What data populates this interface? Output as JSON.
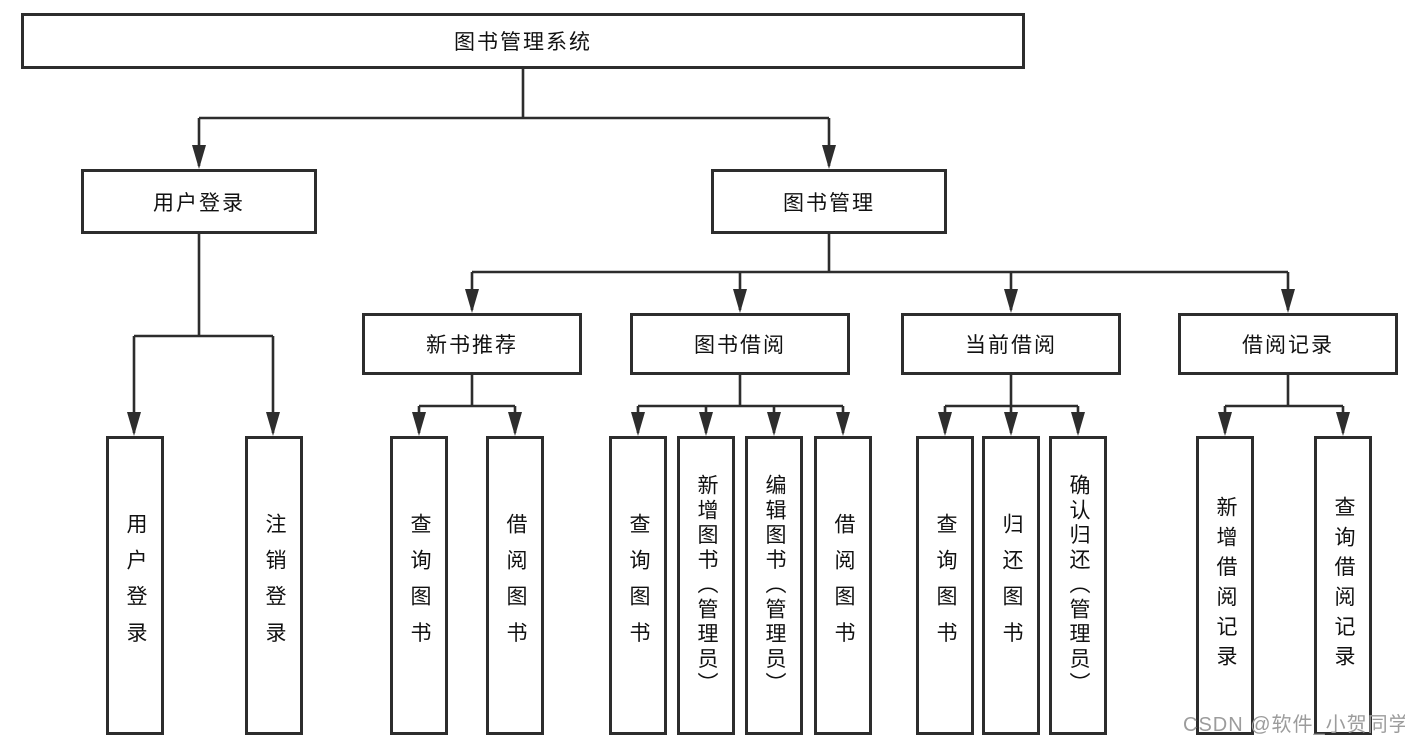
{
  "diagram": {
    "title_node": {
      "label": "图书管理系统"
    },
    "level2": [
      {
        "label": "用户登录"
      },
      {
        "label": "图书管理"
      }
    ],
    "level3": [
      {
        "label": "新书推荐"
      },
      {
        "label": "图书借阅"
      },
      {
        "label": "当前借阅"
      },
      {
        "label": "借阅记录"
      }
    ],
    "leaves": {
      "user": [
        "用户登录",
        "注销登录"
      ],
      "newbook": [
        "查询图书",
        "借阅图书"
      ],
      "borrow": [
        "查询图书",
        "新增图书（管理员）",
        "编辑图书（管理员）",
        "借阅图书"
      ],
      "current": [
        "查询图书",
        "归还图书",
        "确认归还（管理员）"
      ],
      "record": [
        "新增借阅记录",
        "查询借阅记录"
      ]
    }
  },
  "watermark": {
    "text": "CSDN @软件_小贺同学"
  },
  "colors": {
    "line": "#2d2d2d",
    "box_border": "#2d2d2d",
    "text": "#111111",
    "watermark": "#9c9c9c",
    "background": "#ffffff"
  }
}
